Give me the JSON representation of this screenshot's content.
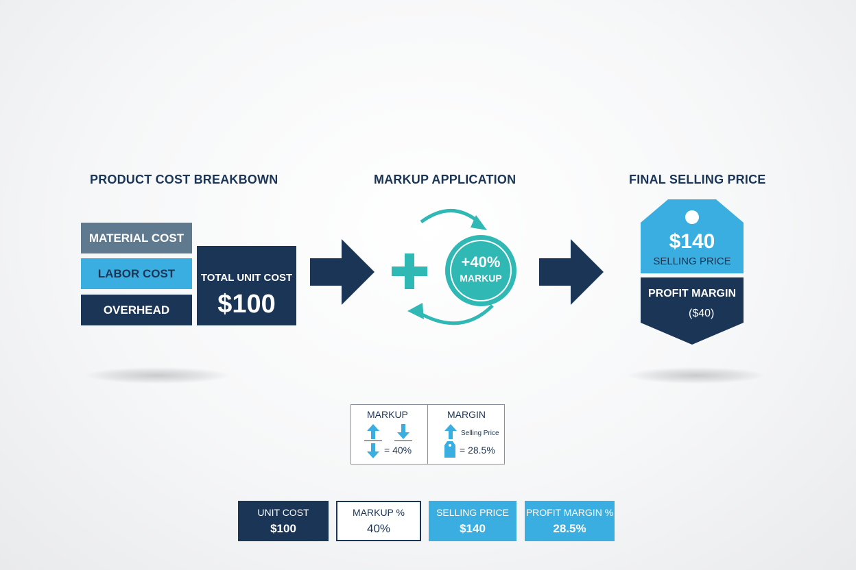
{
  "sections": {
    "cost_breakdown_title": "PRODUCT COST BREAKBOWN",
    "markup_title": "MARKUP APPLICATION",
    "final_title": "FINAL SELLING PRICE"
  },
  "cost_breakdown": {
    "items": [
      {
        "label": "MATERIAL COST",
        "color": "#5f7a8f"
      },
      {
        "label": "LABOR COST",
        "color": "#3aaee0"
      },
      {
        "label": "OVERHEAD",
        "color": "#1b3556"
      }
    ],
    "total_label": "TOTAL UNIT COST",
    "total_value": "$100"
  },
  "markup": {
    "plus_symbol": "+",
    "percent": "+40%",
    "label": "MARKUP",
    "color": "#2fb8b4"
  },
  "price_tag": {
    "price": "$140",
    "price_label": "SELLING PRICE",
    "margin_label": "PROFIT MARGIN",
    "margin_value": "($40)",
    "top_color": "#3aaee0",
    "bottom_color": "#1b3556"
  },
  "comparison": {
    "markup_header": "MARKUP",
    "markup_result": "= 40%",
    "margin_header": "MARGIN",
    "margin_caption": "Selling Price",
    "margin_result": "= 28.5%"
  },
  "summary": [
    {
      "label": "UNIT COST",
      "value": "$100",
      "style": "dark"
    },
    {
      "label": "MARKUP %",
      "value": "40%",
      "style": "outline"
    },
    {
      "label": "SELLING PRICE",
      "value": "$140",
      "style": "light"
    },
    {
      "label": "PROFIT MARGIN %",
      "value": "28.5%",
      "style": "light"
    }
  ],
  "colors": {
    "navy": "#1b3556",
    "blue": "#3aaee0",
    "slate": "#5f7a8f",
    "teal": "#2fb8b4"
  }
}
